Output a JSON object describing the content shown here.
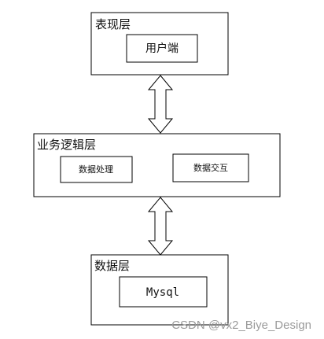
{
  "diagram": {
    "presentation_layer": {
      "title": "表现层",
      "component": "用户端"
    },
    "business_layer": {
      "title": "业务逻辑层",
      "components": [
        "数据处理",
        "数据交互"
      ]
    },
    "data_layer": {
      "title": "数据层",
      "component": "Mysql"
    },
    "connectors": [
      {
        "from": "presentation_layer",
        "to": "business_layer",
        "style": "double-arrow"
      },
      {
        "from": "business_layer",
        "to": "data_layer",
        "style": "double-arrow"
      }
    ]
  },
  "watermark": "CSDN @vx2_Biye_Design",
  "colors": {
    "stroke": "#000000",
    "arrow_fill": "#ffffff",
    "watermark": "#9a9a9a"
  }
}
